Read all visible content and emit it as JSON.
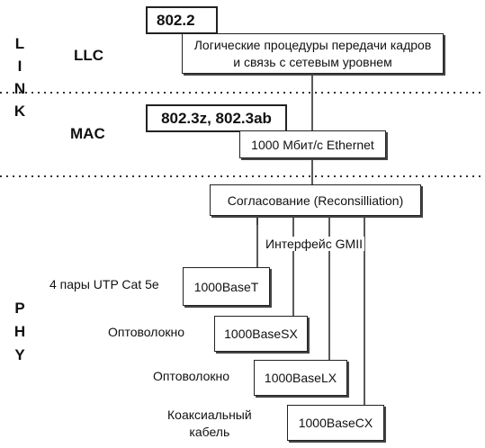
{
  "side_labels": {
    "link": [
      "L",
      "I",
      "N",
      "K"
    ],
    "phy": [
      "P",
      "H",
      "Y"
    ]
  },
  "layers": {
    "llc": "LLC",
    "mac": "MAC"
  },
  "standards": {
    "llc_standard": "802.2",
    "mac_standard": "802.3z, 802.3ab"
  },
  "boxes": {
    "llc_line1": "Логические процедуры передачи кадров",
    "llc_line2": "и связь с сетевым уровнем",
    "mac": "1000 Мбит/с Ethernet",
    "reconciliation": "Согласование (Reconsilliation)",
    "base_t": "1000BaseT",
    "base_sx": "1000BaseSX",
    "base_lx": "1000BaseLX",
    "base_cx": "1000BaseCX"
  },
  "labels": {
    "gmii": "Интерфейс GMII",
    "utp": "4 пары UTP Cat 5e",
    "fiber_sx": "Оптоволокно",
    "fiber_lx": "Оптоволокно",
    "coax_line1": "Коаксиальный",
    "coax_line2": "кабель"
  }
}
